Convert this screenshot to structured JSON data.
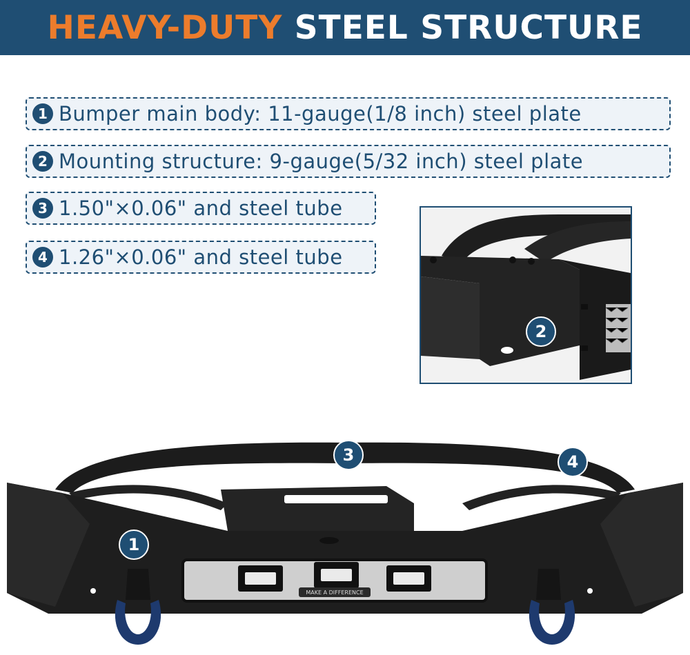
{
  "banner": {
    "accent_text": "HEAVY-DUTY",
    "main_text": "STEEL STRUCTURE",
    "background_color": "#1f4e73",
    "accent_color": "#ec7c2c"
  },
  "specs": [
    {
      "number": "1",
      "text": "Bumper main body: 11-gauge(1/8 inch) steel plate"
    },
    {
      "number": "2",
      "text": "Mounting structure: 9-gauge(5/32 inch) steel plate"
    },
    {
      "number": "3",
      "text": "1.50\"×0.06\" and steel tube"
    },
    {
      "number": "4",
      "text": "1.26\"×0.06\" and steel tube"
    }
  ],
  "inset": {
    "callout": "2"
  },
  "product": {
    "callouts": [
      "1",
      "3",
      "4"
    ],
    "emblem_text": "MAKE A DIFFERENCE"
  }
}
